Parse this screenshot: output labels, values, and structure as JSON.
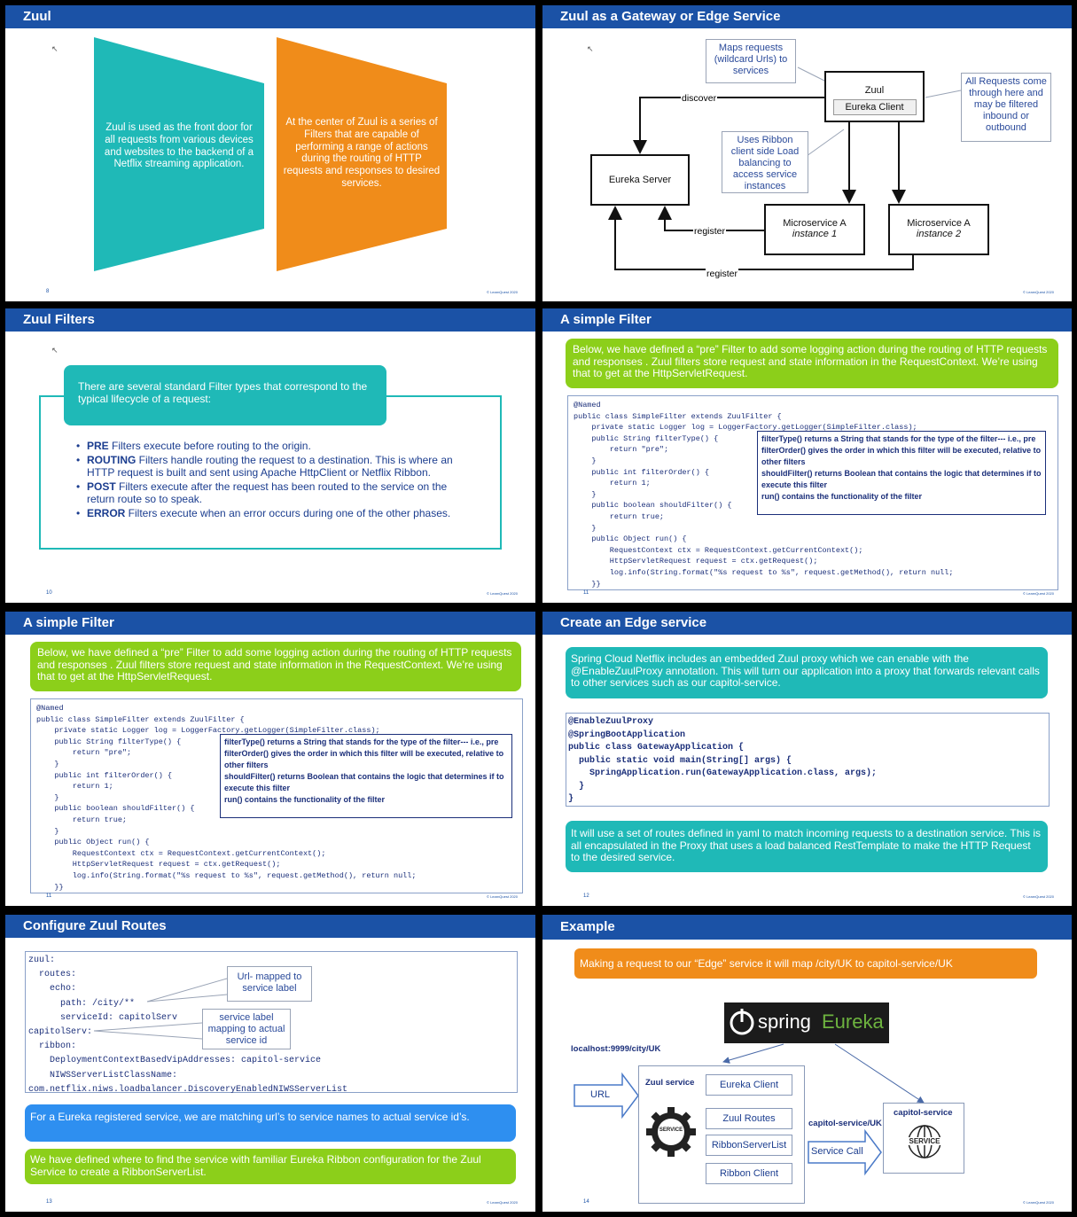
{
  "slides": {
    "s1": {
      "title": "Zuul",
      "left_text": "Zuul is used as the front door for all requests from various devices and websites to the backend of a Netflix streaming application.",
      "right_text": "At the center of Zuul is a series of Filters that are capable of performing a range of actions during the routing of HTTP requests and responses to desired services.",
      "page": "8",
      "copyright": "© LearnQuest 2020",
      "colors": {
        "teal": "#1fb9b7",
        "orange": "#f08c1a"
      }
    },
    "s2": {
      "title": "Zuul as a Gateway or Edge Service",
      "callout_maps": "Maps requests (wildcard Urls) to services",
      "callout_all": "All Requests come through here and may be filtered inbound or outbound",
      "callout_ribbon": "Uses Ribbon client side Load balancing to access service instances",
      "zuul_label": "Zuul",
      "eureka_client": "Eureka Client",
      "eureka_server": "Eureka Server",
      "ms1_line1": "Microservice A",
      "ms1_line2": "instance 1",
      "ms2_line1": "Microservice A",
      "ms2_line2": "instance 2",
      "discover": "discover",
      "register1": "register",
      "register2": "register",
      "copyright": "© LearnQuest 2020"
    },
    "s3": {
      "title": "Zuul Filters",
      "intro": "There are several standard Filter types that correspond to the typical lifecycle of a request:",
      "b1_key": "PRE",
      "b1_text": " Filters execute before routing to the origin.",
      "b2_key": "ROUTING",
      "b2_text": " Filters handle routing the request to a destination. This is where an HTTP request is built and sent using Apache HttpClient or Netflix Ribbon.",
      "b3_key": "POST",
      "b3_text": " Filters execute after the request has been routed to the service on the return route so to speak.",
      "b4_key": "ERROR",
      "b4_text": " Filters execute when an error occurs during one of the other phases.",
      "page": "10",
      "copyright": "© LearnQuest 2020"
    },
    "s4": {
      "title": "A simple Filter",
      "intro": "Below, we have  defined a “pre” Filter to add some logging action during the routing of HTTP requests and responses . Zuul filters store request and state information in the RequestContext. We’re using that to get at the HttpServletRequest.",
      "code": "@Named\npublic class SimpleFilter extends ZuulFilter {\n    private static Logger log = LoggerFactory.getLogger(SimpleFilter.class);\n    public String filterType() {\n        return \"pre\";\n    }\n    public int filterOrder() {\n        return 1;\n    }\n    public boolean shouldFilter() {\n        return true;\n    }\n    public Object run() {\n        RequestContext ctx = RequestContext.getCurrentContext();\n        HttpServletRequest request = ctx.getRequest();\n        log.info(String.format(\"%s request to %s\", request.getMethod(), return null;\n    }}",
      "note1": "filterType() returns a String that stands for the type of the filter--- i.e., pre",
      "note2": "filterOrder() gives the order in which this filter will be executed, relative to other filters",
      "note3": "shouldFilter() returns Boolean that contains the logic that determines if to execute this filter",
      "note4": "run() contains the functionality of the filter",
      "page": "11",
      "copyright": "© LearnQuest 2020"
    },
    "s5": {
      "title": "A simple Filter",
      "intro": "Below, we have  defined a “pre” Filter to add some logging action during the routing of HTTP requests and responses . Zuul filters store request and state information in the RequestContext. We’re using that to get at the HttpServletRequest.",
      "code": "@Named\npublic class SimpleFilter extends ZuulFilter {\n    private static Logger log = LoggerFactory.getLogger(SimpleFilter.class);\n    public String filterType() {\n        return \"pre\";\n    }\n    public int filterOrder() {\n        return 1;\n    }\n    public boolean shouldFilter() {\n        return true;\n    }\n    public Object run() {\n        RequestContext ctx = RequestContext.getCurrentContext();\n        HttpServletRequest request = ctx.getRequest();\n        log.info(String.format(\"%s request to %s\", request.getMethod(), return null;\n    }}",
      "note1": "filterType() returns a String that stands for the type of the filter--- i.e., pre",
      "note2": "filterOrder() gives the order in which this filter will be executed, relative to other filters",
      "note3": "shouldFilter() returns Boolean that contains the logic that determines if to execute this filter",
      "note4": "run() contains the functionality of the filter",
      "page": "11",
      "copyright": "© LearnQuest 2020"
    },
    "s6": {
      "title": "Create an Edge service",
      "intro": "Spring Cloud Netflix includes an embedded Zuul proxy which we can enable with the @EnableZuulProxy annotation. This will turn our application into a proxy that forwards relevant calls to other services such as our capitol-service.",
      "code": "@EnableZuulProxy\n@SpringBootApplication\npublic class GatewayApplication {\n  public static void main(String[] args) {\n    SpringApplication.run(GatewayApplication.class, args);\n  }\n}",
      "outro": "It will use a set of routes defined in yaml to match incoming requests to a destination service. This is all encapsulated in the Proxy that uses a load balanced RestTemplate to make the HTTP Request to the desired service.",
      "page": "12",
      "copyright": "© LearnQuest 2020"
    },
    "s7": {
      "title": "Configure Zuul Routes",
      "code": "zuul:\n  routes:\n    echo:\n      path: /city/**\n      serviceId: capitolServ\ncapitolServ:\n  ribbon:\n    DeploymentContextBasedVipAddresses: capitol-service\n    NIWSServerListClassName:\ncom.netflix.niws.loadbalancer.DiscoveryEnabledNIWSServerList",
      "callout1": "Url- mapped to service label",
      "callout2": "service label mapping to actual service id",
      "blue_text": "For a Eureka registered service, we are matching url’s to service names to actual service id’s.",
      "green_text": "We have defined where to find the service with familiar Eureka Ribbon configuration for the Zuul Service to create a RibbonServerList.",
      "page": "13",
      "copyright": "© LearnQuest 2020"
    },
    "s8": {
      "title": "Example",
      "banner": "Making a request to our “Edge” service it will map /city/UK to capitol-service/UK",
      "logo_spring": "spring",
      "logo_eureka": "Eureka",
      "url_label": "localhost:9999/city/UK",
      "url_arrow": "URL",
      "zuul_service": "Zuul service",
      "gear_text": "SERVICE",
      "eureka_client": "Eureka Client",
      "zuul_routes": "Zuul Routes",
      "ribbon_server_list": "RibbonServerList",
      "ribbon_client": "Ribbon Client",
      "capitol_path": "capitol-service/UK",
      "service_call": "Service Call",
      "capitol_service": "capitol-service",
      "globe_text": "SERVICE",
      "page": "14",
      "copyright": "© LearnQuest 2020",
      "colors": {
        "orange": "#f08c1a"
      }
    }
  }
}
